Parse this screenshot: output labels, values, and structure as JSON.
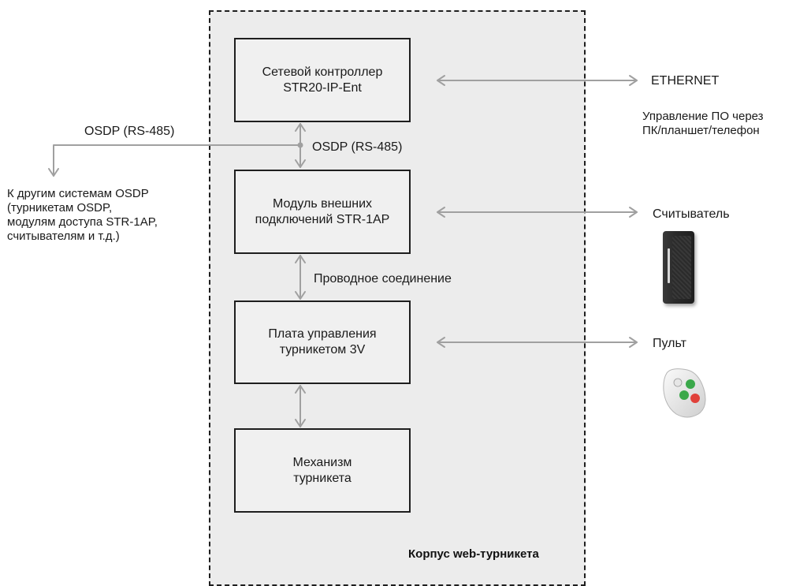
{
  "housing_label": "Корпус web-турникета",
  "blocks": {
    "network_controller": [
      "Сетевой контроллер",
      "STR20-IP-Ent"
    ],
    "ext_module": [
      "Модуль внешних",
      "подключений STR-1AP"
    ],
    "control_board": [
      "Плата управления",
      "турникетом 3V"
    ],
    "mechanism": [
      "Механизм",
      "турникета"
    ]
  },
  "labels": {
    "osdp_left": "OSDP (RS-485)",
    "osdp_inner": "OSDP (RS-485)",
    "wired": "Проводное соединение",
    "ethernet": "ETHERNET",
    "software_line1": "Управление ПО через",
    "software_line2": "ПК/планшет/телефон",
    "reader": "Считыватель",
    "remote": "Пульт",
    "other_systems": [
      "К другим системам OSDP",
      "(турникетам OSDP,",
      "модулям доступа STR-1AP,",
      "считывателям и т.д.)"
    ]
  },
  "icons": {
    "reader": "card-reader-icon",
    "remote": "remote-control-icon"
  },
  "colors": {
    "housing_fill": "#ececec",
    "border": "#1e1e1e",
    "arrow": "#a0a0a0",
    "remote_green": "#3aa84a",
    "remote_red": "#e0413a"
  }
}
